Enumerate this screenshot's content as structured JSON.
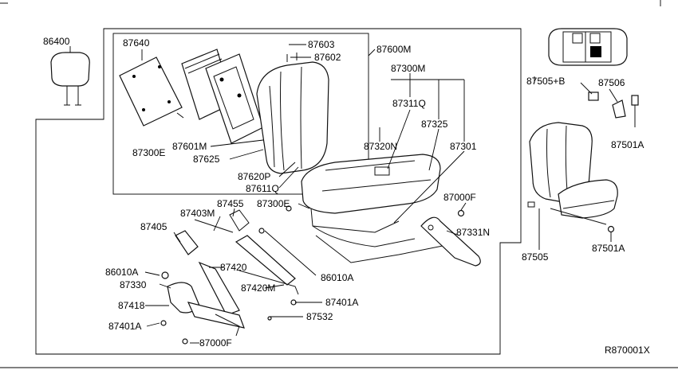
{
  "diagram": {
    "ref_code": "R870001X",
    "labels": {
      "p86400": "86400",
      "p87640": "87640",
      "p87603": "87603",
      "p87602": "87602",
      "p87600M": "87600M",
      "p87300M": "87300M",
      "p87311Q": "87311Q",
      "p87325": "87325",
      "p87320N": "87320N",
      "p87301": "87301",
      "p87300E_a": "87300E",
      "p87601M": "87601M",
      "p87625": "87625",
      "p87620P": "87620P",
      "p87611Q": "87611Q",
      "p87300E_b": "87300E",
      "p87455": "87455",
      "p87403M": "87403M",
      "p87405": "87405",
      "p87420": "87420",
      "p86010A_a": "86010A",
      "p87330": "87330",
      "p87418": "87418",
      "p87420M": "87420M",
      "p86010A_b": "86010A",
      "p87401A_a": "87401A",
      "p87532": "87532",
      "p87401A_b": "87401A",
      "p87000F_a": "87000F",
      "p87000F_b": "87000F",
      "p87331N": "87331N",
      "p87505B": "87505+B",
      "p87506": "87506",
      "p87501A_a": "87501A",
      "p87505": "87505",
      "p87501A_b": "87501A"
    }
  }
}
